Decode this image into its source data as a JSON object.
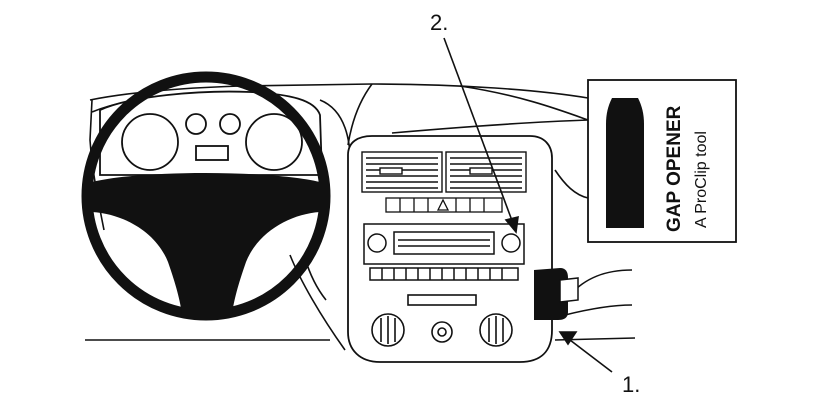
{
  "callouts": {
    "one": "1.",
    "two": "2."
  },
  "inset": {
    "title": "GAP OPENER",
    "subtitle": "A ProClip tool"
  },
  "colors": {
    "ink": "#111111",
    "background": "#ffffff"
  }
}
